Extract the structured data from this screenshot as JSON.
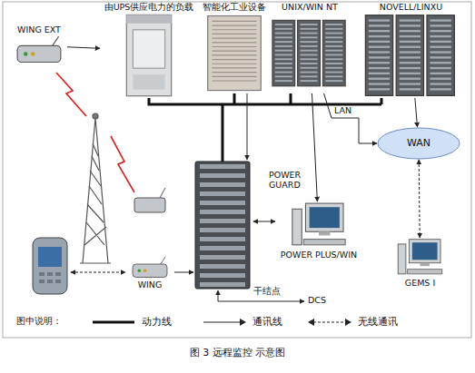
{
  "diagram": {
    "caption": "图 3 远程监控 示意图",
    "nodes": [
      {
        "text": [
          "由UPS供应电力的负载"
        ]
      },
      {
        "text": [
          "智能化工业设备"
        ]
      },
      {
        "text": [
          "UNIX/WIN NT"
        ]
      },
      {
        "text": [
          "NOVELL/LINXU"
        ]
      },
      {
        "text": [
          "WING EXT"
        ]
      },
      {
        "text": [
          "WAN"
        ]
      },
      {
        "text": [
          "POWER PLUS/WIN"
        ]
      },
      {
        "text": [
          "WING"
        ]
      },
      {
        "text": [
          "GEMS I"
        ]
      }
    ],
    "edges": [
      {
        "from": 4,
        "to": 0,
        "arrow": "to"
      },
      {
        "from": 2,
        "to": 6,
        "arrow": "to"
      },
      {
        "from": 2,
        "to": 5,
        "label": "LAN",
        "arrow": "to"
      },
      {
        "from": 3,
        "to": 5,
        "arrow": "to"
      },
      {
        "from": 5,
        "to": 8,
        "arrow": "both"
      }
    ],
    "labels": [
      "POWER GUARD",
      "干结点",
      "DCS",
      "图中说明："
    ],
    "legend": [
      {
        "text": "动力线"
      },
      {
        "text": "通讯线"
      },
      {
        "text": "无线通讯"
      }
    ]
  }
}
